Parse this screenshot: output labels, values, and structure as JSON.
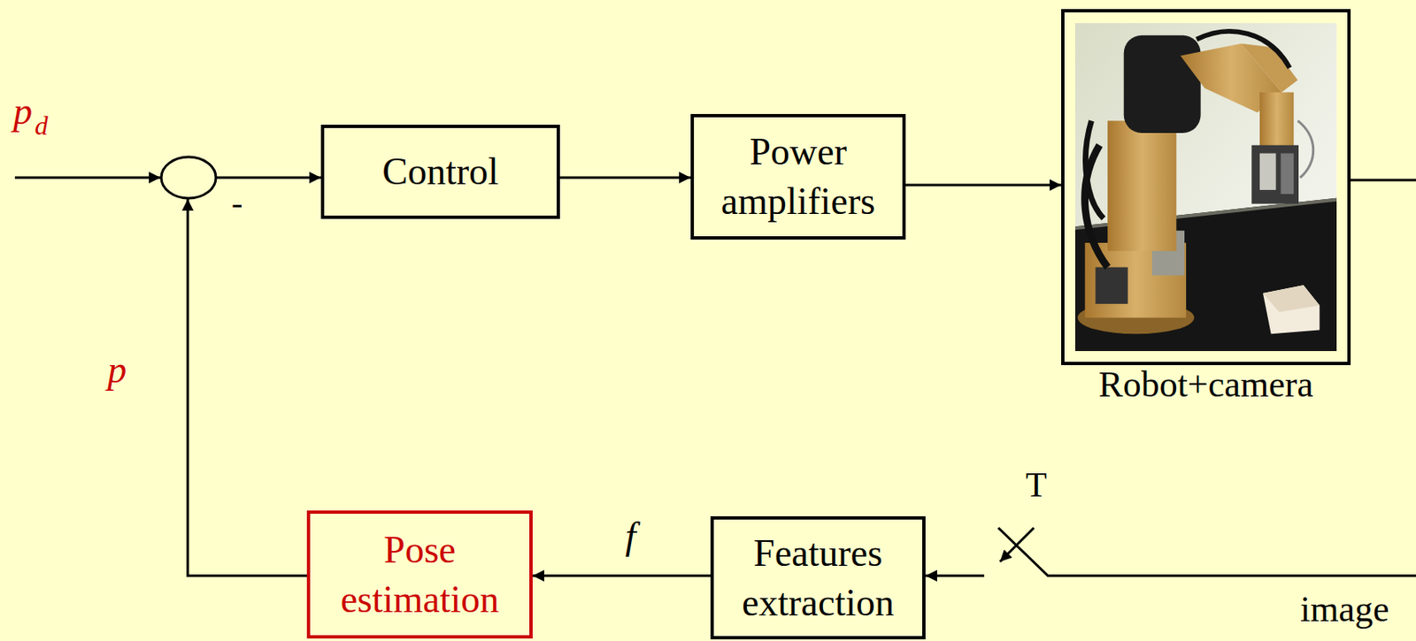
{
  "diagram": {
    "nodes": [
      {
        "text": [
          "Control"
        ]
      },
      {
        "text": [
          "Power amplifiers"
        ]
      },
      {
        "text": [
          "Robot+camera"
        ]
      },
      {
        "text": [
          "Pose estimation"
        ]
      },
      {
        "text": [
          "Features extraction"
        ]
      }
    ],
    "edges": [
      {
        "from": 0,
        "to": 1,
        "arrow": "to"
      },
      {
        "from": 1,
        "to": 2,
        "arrow": "to"
      },
      {
        "from": 2,
        "to": 4,
        "arrow": "to"
      },
      {
        "from": 4,
        "to": 3,
        "label": "f",
        "arrow": "to"
      }
    ],
    "labels": [
      "p",
      "d",
      "-",
      "p",
      "T",
      "image"
    ]
  }
}
